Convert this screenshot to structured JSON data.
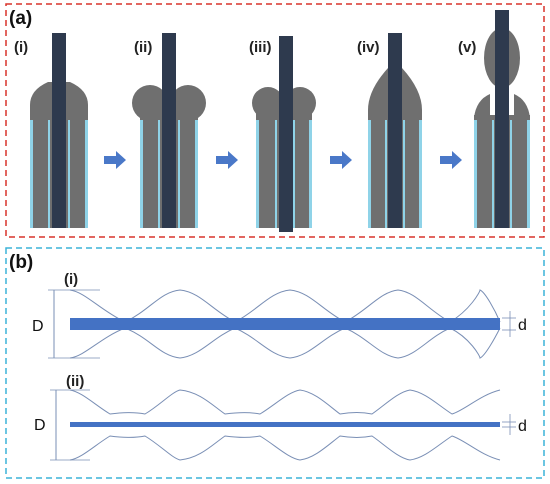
{
  "panel_a": {
    "label": "(a)",
    "stages": [
      "(i)",
      "(ii)",
      "(iii)",
      "(iv)",
      "(v)"
    ]
  },
  "panel_b": {
    "label": "(b)",
    "rows": [
      {
        "label": "(i)",
        "big_dim": "D",
        "small_dim": "d"
      },
      {
        "label": "(ii)",
        "big_dim": "D",
        "small_dim": "d"
      }
    ]
  },
  "colors": {
    "frame_a": "#d9342b",
    "frame_b": "#3cb4d8",
    "polymer": "#6f6f6f",
    "fiber": "#2e3a4e",
    "capillary": "#8fd3e8",
    "arrow": "#4a78c8",
    "rod": "#4472c4",
    "outline": "#7a8fb5"
  }
}
